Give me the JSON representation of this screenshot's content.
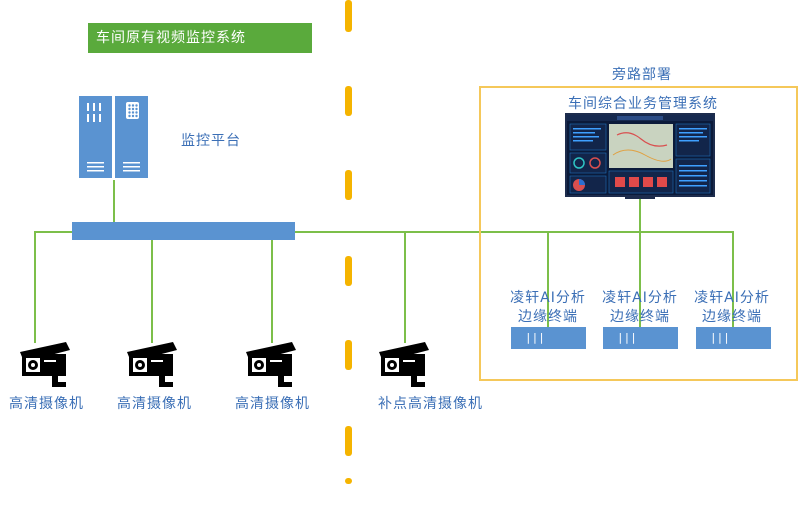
{
  "header": {
    "title": "车间原有视频监控系统"
  },
  "platform": {
    "label": "监控平台"
  },
  "bypass": {
    "section_label": "旁路部署",
    "system_label": "车间综合业务管理系统",
    "devices": [
      {
        "label_line1": "凌轩AI分析",
        "label_line2": "边缘终端",
        "glyph": "|||"
      },
      {
        "label_line1": "凌轩AI分析",
        "label_line2": "边缘终端",
        "glyph": "|||"
      },
      {
        "label_line1": "凌轩AI分析",
        "label_line2": "边缘终端",
        "glyph": "|||"
      }
    ]
  },
  "cameras": [
    {
      "label": "高清摄像机"
    },
    {
      "label": "高清摄像机"
    },
    {
      "label": "高清摄像机"
    },
    {
      "label": "补点高清摄像机"
    }
  ],
  "colors": {
    "device_blue": "#5a93d1",
    "link_green": "#7cbf4a",
    "title_green": "#5aaa3c",
    "divider_orange": "#f5b400",
    "bypass_border": "#f5c85a",
    "label_blue": "#3b6fb6"
  }
}
